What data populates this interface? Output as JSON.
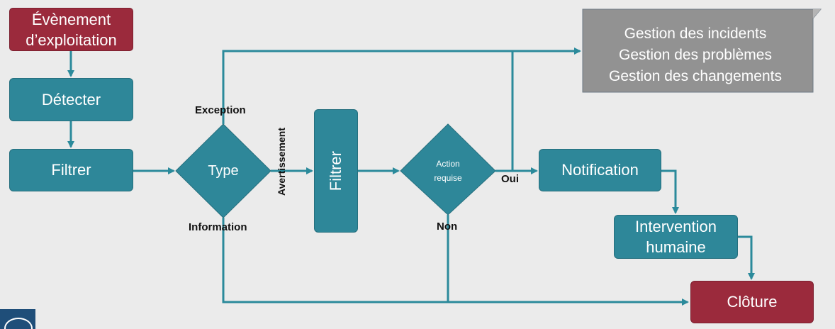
{
  "nodes": {
    "event": "Évènement d’exploitation",
    "detect": "Détecter",
    "filter1": "Filtrer",
    "type": "Type",
    "filter2": "Filtrer",
    "action": "Action requise",
    "notification": "Notification",
    "intervention": "Intervention humaine",
    "closure": "Clôture"
  },
  "processes": [
    "Gestion des incidents",
    "Gestion des problèmes",
    "Gestion des changements"
  ],
  "edge_labels": {
    "exception": "Exception",
    "avertissement": "Avertissement",
    "information": "Information",
    "oui": "Oui",
    "non": "Non"
  },
  "colors": {
    "teal": "#2e8799",
    "maroon": "#9b2a3c",
    "gray": "#929292",
    "connector": "#2b8a9b"
  }
}
